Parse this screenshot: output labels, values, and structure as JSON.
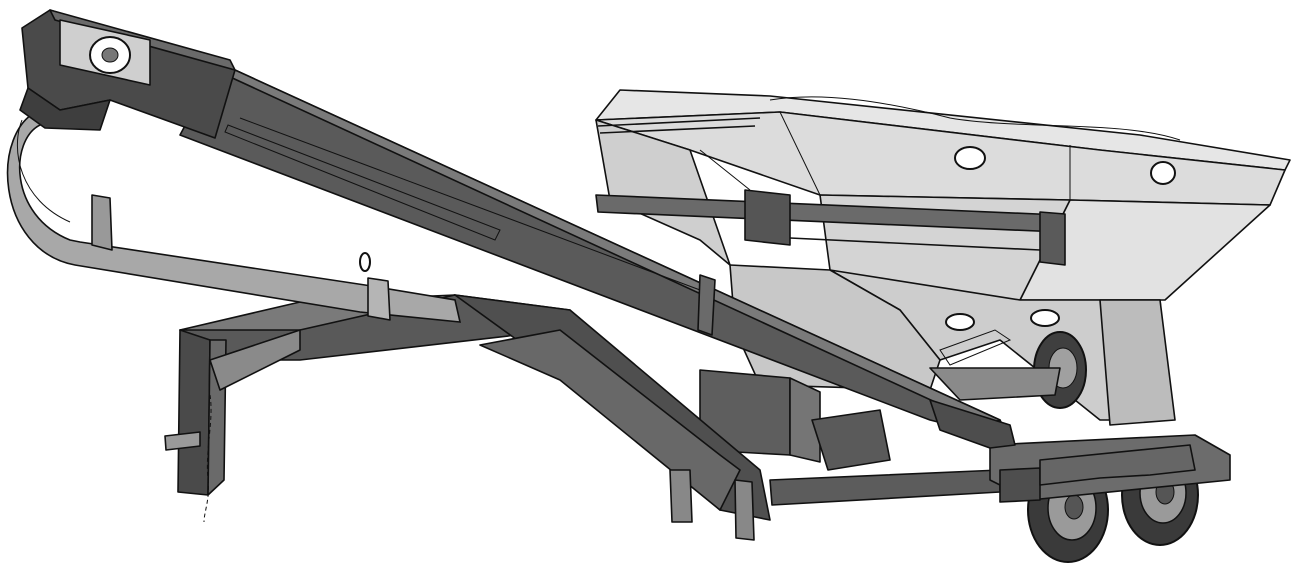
{
  "palette": {
    "outline": "#111111",
    "dark_gray": "#4d4d4d",
    "mid_gray": "#8a8a8a",
    "light_gray": "#d9d9d9",
    "spout_gray": "#a8a8a8",
    "background": "#ffffff"
  },
  "parts": [
    "conveyor-elevator-arm",
    "discharge-spout",
    "seed-tender-hopper",
    "gooseneck-hitch-frame",
    "tandem-axle-wheels",
    "hitch-chain"
  ]
}
